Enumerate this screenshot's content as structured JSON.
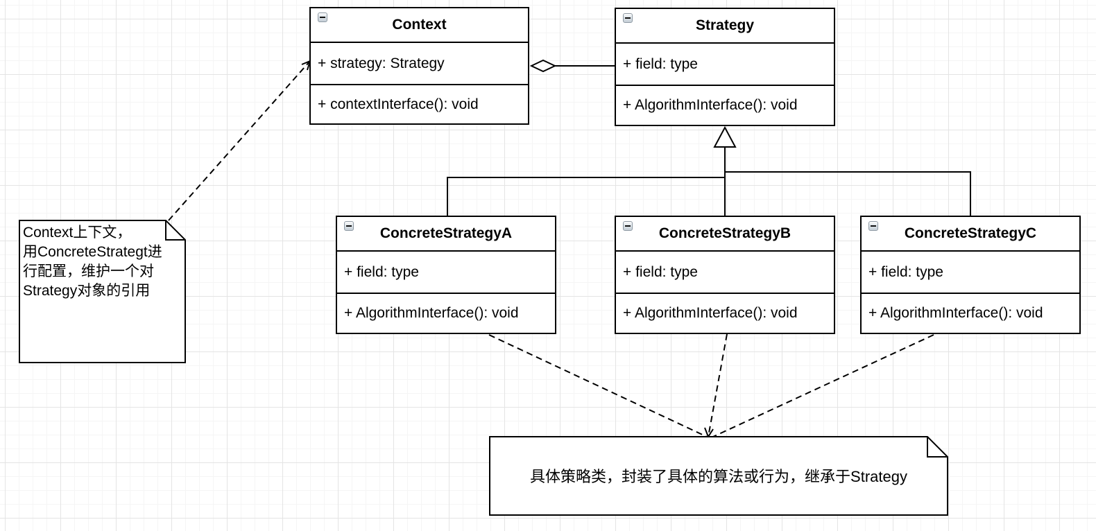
{
  "diagram": {
    "pattern_name": "Strategy",
    "classes": [
      {
        "id": "context",
        "name": "Context",
        "attribute": "+ strategy: Strategy",
        "method": "+ contextInterface(): void"
      },
      {
        "id": "strategy",
        "name": "Strategy",
        "attribute": "+ field: type",
        "method": "+ AlgorithmInterface(): void"
      },
      {
        "id": "concrete-strategy-a",
        "name": "ConcreteStrategyA",
        "attribute": "+ field: type",
        "method": "+ AlgorithmInterface(): void"
      },
      {
        "id": "concrete-strategy-b",
        "name": "ConcreteStrategyB",
        "attribute": "+ field: type",
        "method": "+ AlgorithmInterface(): void"
      },
      {
        "id": "concrete-strategy-c",
        "name": "ConcreteStrategyC",
        "attribute": "+ field: type",
        "method": "+ AlgorithmInterface(): void"
      }
    ],
    "notes": [
      {
        "id": "context-note",
        "lines": [
          "Context上下文，",
          "用ConcreteStrategt进",
          "行配置，维护一个对",
          "Strategy对象的引用"
        ]
      },
      {
        "id": "strategy-note",
        "text": "具体策略类，封装了具体的算法或行为，继承于Strategy"
      }
    ],
    "icons": {
      "collapse": "minus-icon"
    },
    "colors": {
      "stroke": "#000000",
      "shape_fill": "#ffffff",
      "grid_minor": "#f5f5f5",
      "grid_major": "#e4e4e4"
    }
  }
}
